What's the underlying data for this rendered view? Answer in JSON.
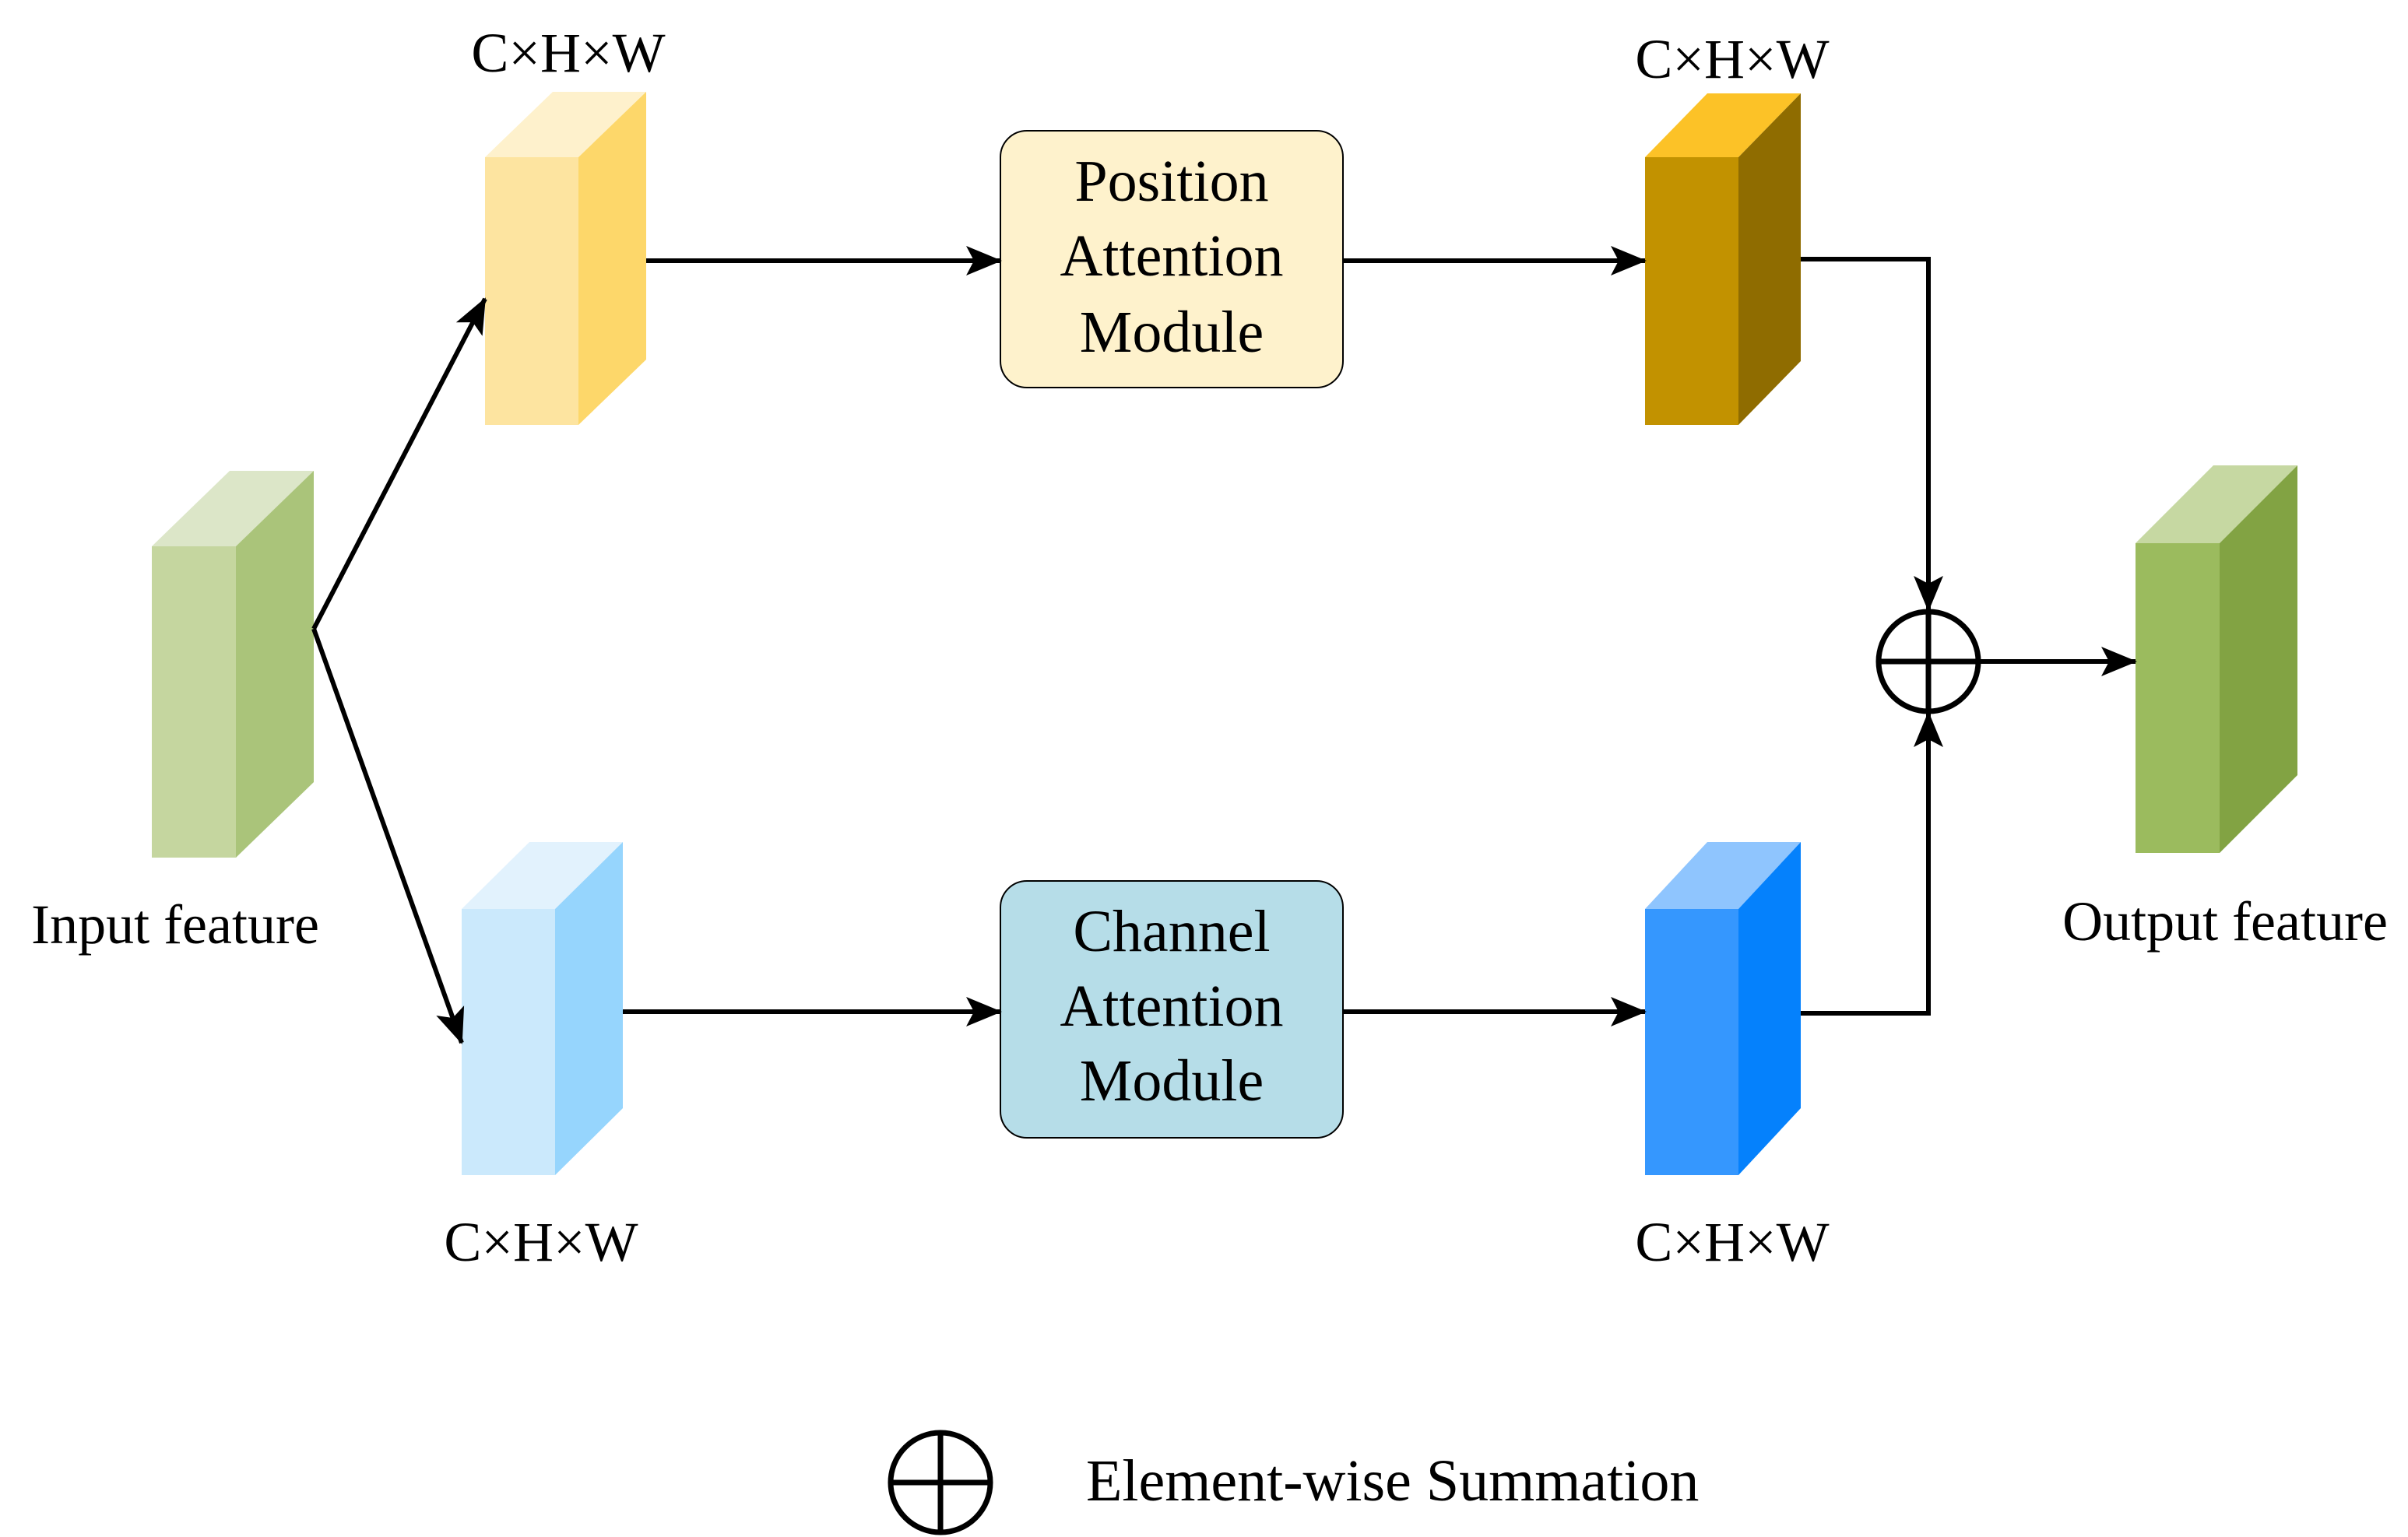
{
  "colors": {
    "input_front": "#c5d69f",
    "input_side": "#aac47a",
    "input_top": "#dce6c8",
    "pos_front": "#fde4a0",
    "pos_side": "#fdd76a",
    "pos_top": "#fef1cc",
    "pam_out_front": "#c29200",
    "pam_out_side": "#8f6c00",
    "pam_out_top": "#fcc227",
    "chan_front": "#cbe9fc",
    "chan_side": "#96d5fd",
    "chan_top": "#e2f2fd",
    "cam_out_front": "#3597fe",
    "cam_out_side": "#0581fc",
    "cam_out_top": "#8fc5fe",
    "output_front": "#9bbb5e",
    "output_side": "#82a343",
    "output_top": "#c6d8a2",
    "pam_fill": "#fef2cc",
    "cam_fill": "#b6dde8",
    "stroke": "#000000"
  },
  "labels": {
    "input_feature": "Input feature",
    "output_feature": "Output feature",
    "pam_dims": "C×H×W",
    "pam_out_dims": "C×H×W",
    "cam_dims": "C×H×W",
    "cam_out_dims": "C×H×W"
  },
  "modules": {
    "pam": {
      "line1": "Position",
      "line2": "Attention",
      "line3": "Module"
    },
    "cam": {
      "line1": "Channel",
      "line2": "Attention",
      "line3": "Module"
    }
  },
  "legend": {
    "icon": "element-wise-sum-icon",
    "text": "Element-wise Summation"
  }
}
